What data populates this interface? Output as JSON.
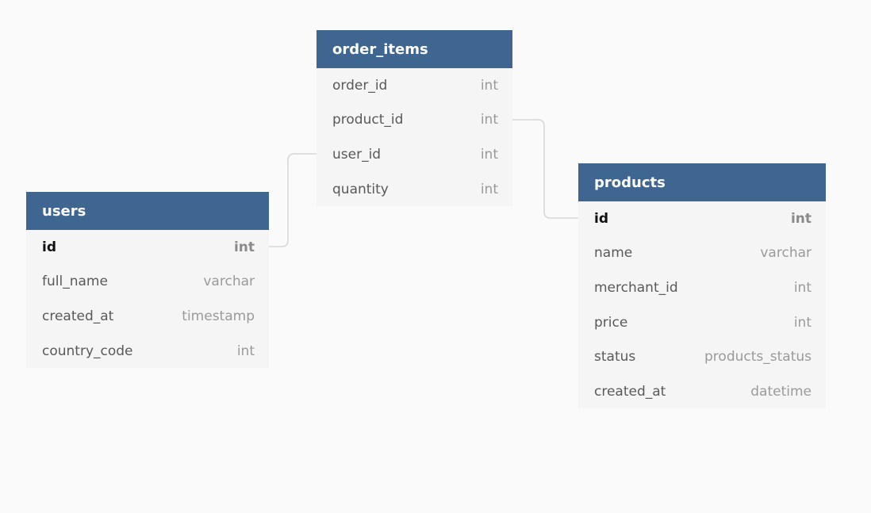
{
  "colors": {
    "header": "#3e6690",
    "canvas": "#fafafa",
    "table_body": "#f5f5f5",
    "connector": "#d6d6d6"
  },
  "tables": {
    "order_items": {
      "name": "order_items",
      "columns": [
        {
          "name": "order_id",
          "type": "int"
        },
        {
          "name": "product_id",
          "type": "int"
        },
        {
          "name": "user_id",
          "type": "int"
        },
        {
          "name": "quantity",
          "type": "int"
        }
      ]
    },
    "users": {
      "name": "users",
      "columns": [
        {
          "name": "id",
          "type": "int",
          "pk": true
        },
        {
          "name": "full_name",
          "type": "varchar"
        },
        {
          "name": "created_at",
          "type": "timestamp"
        },
        {
          "name": "country_code",
          "type": "int"
        }
      ]
    },
    "products": {
      "name": "products",
      "columns": [
        {
          "name": "id",
          "type": "int",
          "pk": true
        },
        {
          "name": "name",
          "type": "varchar"
        },
        {
          "name": "merchant_id",
          "type": "int"
        },
        {
          "name": "price",
          "type": "int"
        },
        {
          "name": "status",
          "type": "products_status"
        },
        {
          "name": "created_at",
          "type": "datetime"
        }
      ]
    }
  },
  "relationships": [
    {
      "from": "users.id",
      "to": "order_items.user_id"
    },
    {
      "from": "order_items.product_id",
      "to": "products.id"
    }
  ]
}
